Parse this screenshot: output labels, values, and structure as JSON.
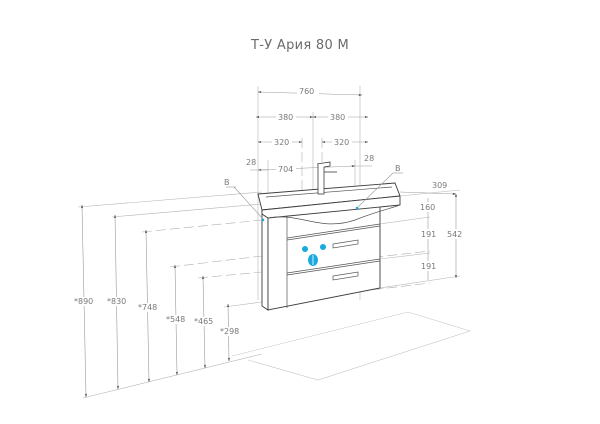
{
  "title": "Т-У Ария 80 М",
  "colors": {
    "line": "#3c3c3c",
    "dimension": "#9a9a9a",
    "text": "#7a7a7a",
    "accent_marker": "#19a9de"
  },
  "dimensions": {
    "top": {
      "overall_width": "760",
      "half_left": "380",
      "half_right": "380",
      "mount_left": "320",
      "mount_right": "320",
      "inner_width": "704",
      "side_left": "28",
      "side_right": "28"
    },
    "right": {
      "depth": "309",
      "height": "542",
      "top_panel": "160",
      "drawer_1": "191",
      "drawer_2": "191"
    },
    "left_heights": [
      {
        "label": "*890"
      },
      {
        "label": "*830"
      },
      {
        "label": "*748"
      },
      {
        "label": "*548"
      },
      {
        "label": "*465"
      },
      {
        "label": "*298"
      }
    ]
  },
  "callouts": {
    "left": "B",
    "right": "B"
  }
}
